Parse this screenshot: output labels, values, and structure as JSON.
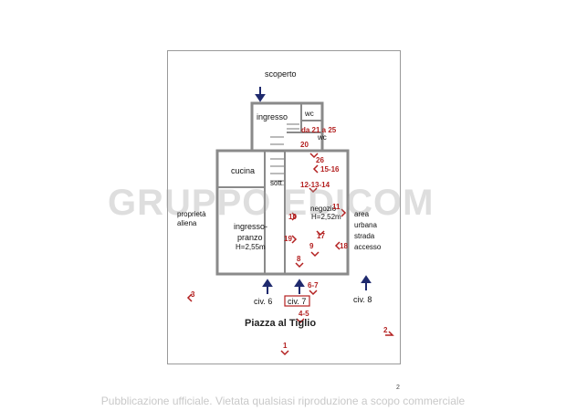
{
  "watermark": "GRUPPO EDICOM",
  "footer": "Pubblicazione ufficiale. Vietata qualsiasi riproduzione a scopo commerciale",
  "page_number": "2",
  "plan": {
    "scoperto": "scoperto",
    "ingresso": "ingresso",
    "wc_upper": "wc",
    "wc_lower": "wc",
    "da_21_a_25": "da 21 a 25",
    "cucina": "cucina",
    "sott": "sott.",
    "negozio": "negozio",
    "negozio_h": "H=2,52m",
    "ingresso_pranzo_1": "ingresso-",
    "ingresso_pranzo_2": "pranzo",
    "ingresso_pranzo_h": "H=2,55m",
    "proprieta_1": "proprietà",
    "proprieta_2": "aliena",
    "area_1": "area",
    "area_2": "urbana",
    "area_3": "strada",
    "area_4": "accesso",
    "civ6": "civ. 6",
    "civ7": "civ. 7",
    "civ8": "civ. 8",
    "piazza": "Piazza al Tiglio"
  },
  "markers": {
    "m20": "20",
    "m26": "26",
    "m15_16": "15-16",
    "m12_13_14": "12-13-14",
    "m10": "10",
    "m11": "11",
    "m19": "19",
    "m17": "17",
    "m9": "9",
    "m18": "18",
    "m8": "8",
    "m6_7": "6-7",
    "m4_5": "4-5",
    "m3": "3",
    "m2": "2",
    "m1": "1"
  },
  "colors": {
    "wall": "#8a8a8a",
    "arrow_blue": "#1f2a6e",
    "marker_red": "#b32020"
  }
}
